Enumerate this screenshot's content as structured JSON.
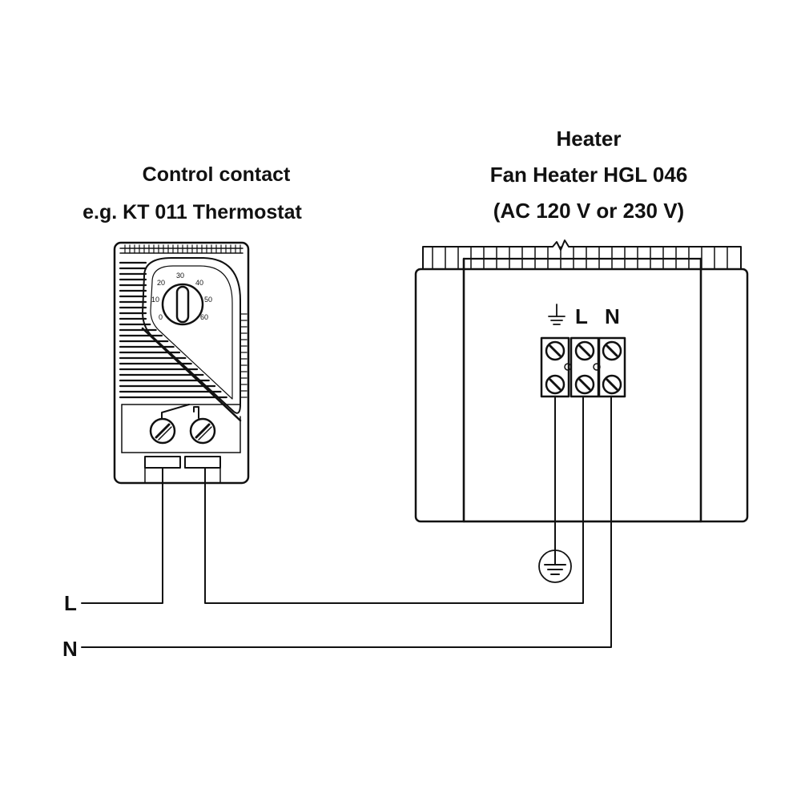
{
  "thermostat": {
    "title_line1": "Control contact",
    "title_line2": "e.g.  KT 011 Thermostat",
    "dial_scale": [
      "0",
      "10",
      "20",
      "30",
      "40",
      "50",
      "60"
    ]
  },
  "heater": {
    "title_line1": "Heater",
    "title_line2": "Fan Heater  HGL 046",
    "title_line3": "(AC 120 V or 230 V)",
    "terminal_labels": {
      "earth": "earth-symbol",
      "L": "L",
      "N": "N"
    }
  },
  "mains": {
    "L": "L",
    "N": "N"
  },
  "colors": {
    "line": "#111111",
    "background": "#ffffff"
  }
}
